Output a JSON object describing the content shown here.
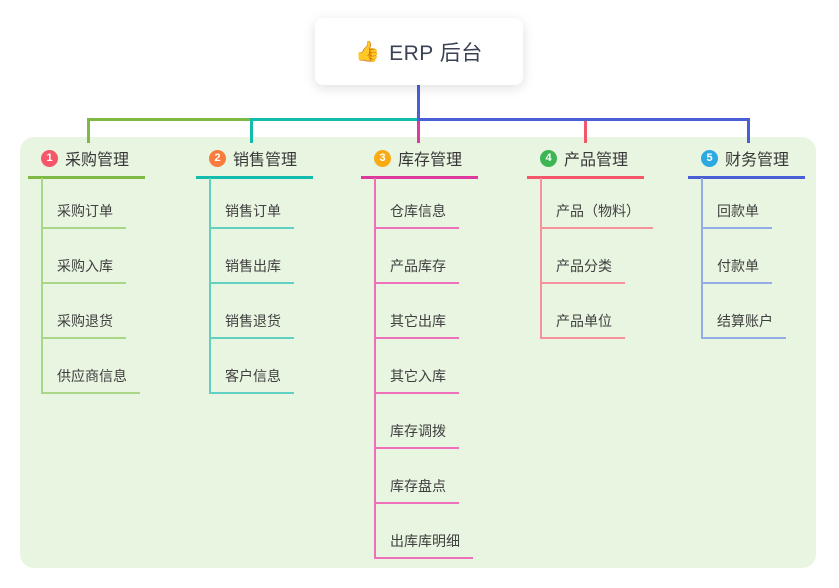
{
  "root": {
    "icon": "👍",
    "label": "ERP 后台"
  },
  "branches": [
    {
      "index": "1",
      "label": "采购管理",
      "badge_color": "#f4566a",
      "line_color": "#7eba43",
      "child_line_color": "#a9d787",
      "children": [
        "采购订单",
        "采购入库",
        "采购退货",
        "供应商信息"
      ]
    },
    {
      "index": "2",
      "label": "销售管理",
      "badge_color": "#f87c3d",
      "line_color": "#13bdae",
      "child_line_color": "#62cfc3",
      "children": [
        "销售订单",
        "销售出库",
        "销售退货",
        "客户信息"
      ]
    },
    {
      "index": "3",
      "label": "库存管理",
      "badge_color": "#f9ab13",
      "line_color": "#de3a9e",
      "child_line_color": "#ee70b8",
      "children": [
        "仓库信息",
        "产品库存",
        "其它出库",
        "其它入库",
        "库存调拨",
        "库存盘点",
        "出库库明细"
      ]
    },
    {
      "index": "4",
      "label": "产品管理",
      "badge_color": "#3eb553",
      "line_color": "#f4566a",
      "child_line_color": "#f7919d",
      "children": [
        "产品（物料）",
        "产品分类",
        "产品单位"
      ]
    },
    {
      "index": "5",
      "label": "财务管理",
      "badge_color": "#2ca9e1",
      "line_color": "#4a5fd5",
      "child_line_color": "#93abe6",
      "children": [
        "回款单",
        "付款单",
        "结算账户"
      ]
    }
  ],
  "colors": {
    "canvas_background": "#ffffff",
    "panel_background": "#e8f5e1",
    "root_connector": "#4a5fd5"
  }
}
